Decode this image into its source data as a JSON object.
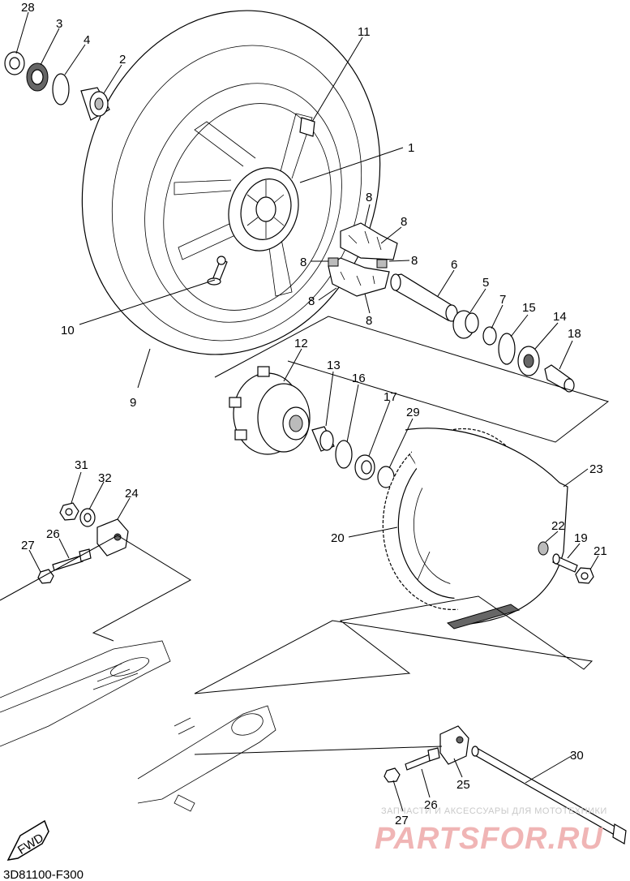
{
  "diagram_ref": "3D81100-F300",
  "fwd_label": "FWD",
  "watermark": {
    "tagline": "ЗАПЧАСТИ И АКСЕССУАРЫ ДЛЯ МОТОТЕХНИКИ",
    "logo_text": "PARTSFOR.RU"
  },
  "callouts": {
    "p28a": "28",
    "p3": "3",
    "p4": "4",
    "p2": "2",
    "p11": "11",
    "p1": "1",
    "p8a": "8",
    "p8b": "8",
    "p8c": "8",
    "p8d": "8",
    "p8e": "8",
    "p8f": "8",
    "p6": "6",
    "p5": "5",
    "p7": "7",
    "p15": "15",
    "p14": "14",
    "p18": "18",
    "p10": "10",
    "p9": "9",
    "p12": "12",
    "p13": "13",
    "p16": "16",
    "p17": "17",
    "p29": "29",
    "p23": "23",
    "p31": "31",
    "p32": "32",
    "p24": "24",
    "p27a": "27",
    "p26a": "26",
    "p20": "20",
    "p22": "22",
    "p19": "19",
    "p21": "21",
    "p30": "30",
    "p25": "25",
    "p26b": "26",
    "p27b": "27"
  }
}
